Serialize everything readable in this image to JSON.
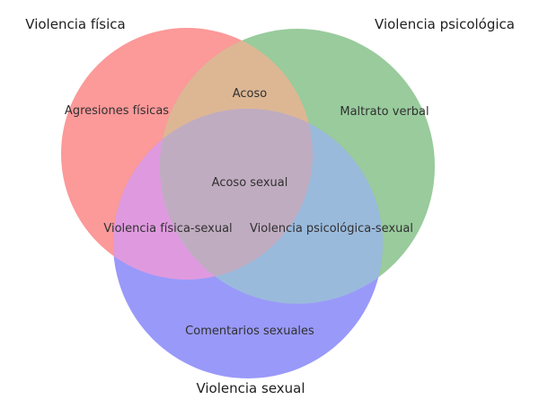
{
  "venn": {
    "type": "venn3",
    "sets": [
      {
        "id": "A",
        "label": "Violencia física",
        "region_label": "Agresiones físicas",
        "color": "#FC9999"
      },
      {
        "id": "B",
        "label": "Violencia psicológica",
        "region_label": "Maltrato verbal",
        "color": "#99CB9C"
      },
      {
        "id": "C",
        "label": "Violencia sexual",
        "region_label": "Comentarios sexuales",
        "color": "#9999FA"
      }
    ],
    "intersections": {
      "ab": {
        "sets": "A∩B",
        "label": "Acoso",
        "color": "#DDB794"
      },
      "ac": {
        "sets": "A∩C",
        "label": "Violencia física-sexual",
        "color": "#DF9ADF"
      },
      "bc": {
        "sets": "B∩C",
        "label": "Violencia psicológica-sexual",
        "color": "#9ABADC"
      },
      "abc": {
        "sets": "A∩B∩C",
        "label": "Acoso sexual",
        "color": "#C0ACC0"
      }
    },
    "background_color": "#FFFFFF",
    "text_color": "#303030"
  }
}
